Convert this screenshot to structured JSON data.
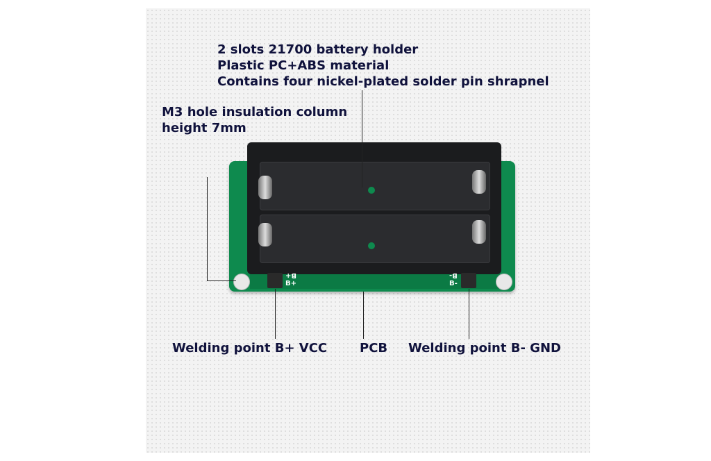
{
  "callouts": {
    "holder_lines": [
      "2 slots 21700 battery holder",
      "Plastic PC+ABS material",
      "Contains four nickel-plated solder pin shrapnel"
    ],
    "column_lines": [
      "M3 hole insulation column",
      "height 7mm"
    ],
    "bplus": "Welding point  B+ VCC",
    "pcb": "PCB",
    "bminus": "Welding point  B- GND"
  },
  "pcb_marks": {
    "plus": "B+",
    "minus": "B-"
  }
}
